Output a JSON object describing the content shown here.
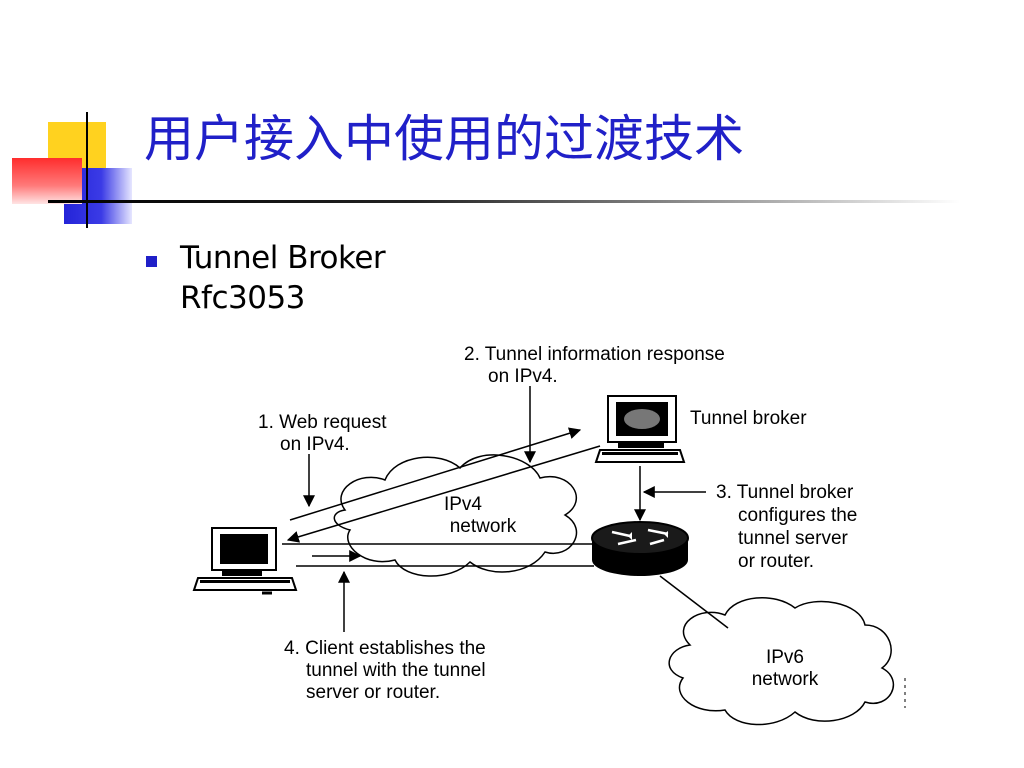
{
  "slide": {
    "title": "用户接入中使用的过渡技术",
    "bullet_line1": "Tunnel Broker",
    "bullet_line2": "Rfc3053"
  },
  "diagram": {
    "label_ipv4_cloud": [
      "IPv4",
      "network"
    ],
    "label_ipv6_cloud": [
      "IPv6",
      "network"
    ],
    "label_tunnel_broker": "Tunnel broker",
    "step1": [
      "1. Web request",
      "on IPv4."
    ],
    "step2": [
      "2. Tunnel information response",
      "on IPv4."
    ],
    "step3": [
      "3. Tunnel broker",
      "configures the",
      "tunnel server",
      "or router."
    ],
    "step4": [
      "4. Client establishes the",
      "tunnel with the tunnel",
      "server or router."
    ]
  }
}
